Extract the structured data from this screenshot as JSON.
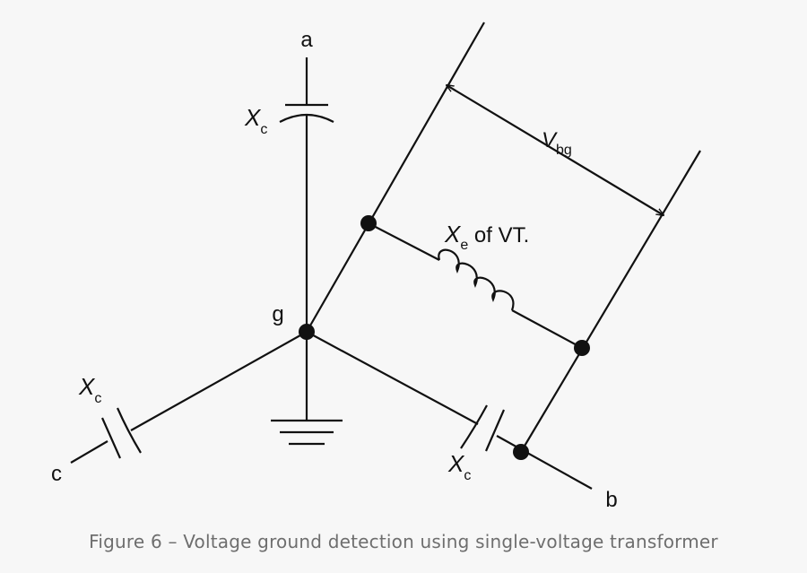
{
  "caption": "Figure 6 – Voltage ground detection using single-voltage transformer",
  "nodes": {
    "a": "a",
    "b": "b",
    "c": "c",
    "g": "g"
  },
  "capacitor_label": {
    "symbol": "X",
    "subscript": "c"
  },
  "inductor_label": {
    "symbol": "X",
    "subscript": "e",
    "suffix": " of VT."
  },
  "voltage_label": {
    "symbol": "V",
    "subscript": "bg"
  }
}
